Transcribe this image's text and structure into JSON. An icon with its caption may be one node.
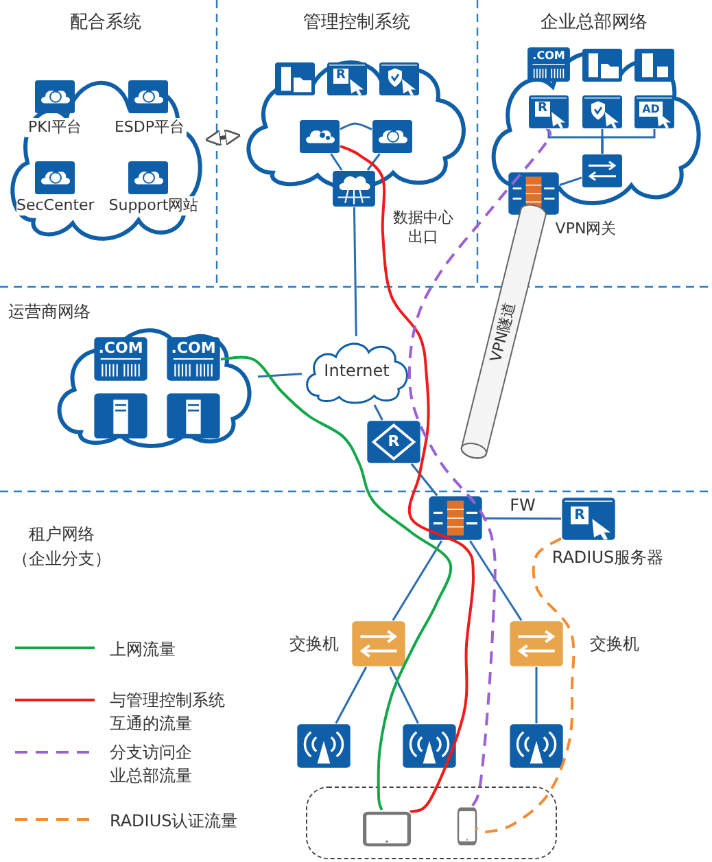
{
  "diagram": {
    "nodes": [
      {
        "text": [],
        "shape": "cloud"
      },
      {
        "text": [
          "PKI平台"
        ],
        "in": 0
      },
      {
        "text": [
          "ESDP平台"
        ],
        "in": 0
      },
      {
        "text": [
          "SecCenter"
        ],
        "in": 0
      },
      {
        "text": [
          "Support网站"
        ],
        "in": 0
      },
      {
        "text": [],
        "shape": "cloud"
      },
      {
        "text": [],
        "shape": "box",
        "in": 5
      },
      {
        "text": [
          "R"
        ],
        "in": 5
      },
      {
        "text": [],
        "shape": "box",
        "in": 5
      },
      {
        "text": [],
        "shape": "box",
        "in": 5
      },
      {
        "text": [],
        "shape": "box",
        "in": 5
      },
      {
        "text": [
          "数据中心出口"
        ]
      },
      {
        "text": [],
        "shape": "cloud"
      },
      {
        "text": [
          ".COM"
        ],
        "in": 12
      },
      {
        "text": [],
        "shape": "box",
        "in": 12
      },
      {
        "text": [],
        "shape": "box",
        "in": 12
      },
      {
        "text": [
          "R"
        ],
        "in": 12
      },
      {
        "text": [],
        "shape": "box",
        "in": 12
      },
      {
        "text": [
          "AD"
        ],
        "in": 12
      },
      {
        "text": [],
        "shape": "box",
        "in": 12
      },
      {
        "text": [
          "VPN网关"
        ]
      },
      {
        "text": [],
        "shape": "cloud"
      },
      {
        "text": [
          ".COM"
        ],
        "in": 21
      },
      {
        "text": [
          ".COM"
        ],
        "in": 21
      },
      {
        "text": [],
        "shape": "box",
        "in": 21
      },
      {
        "text": [],
        "shape": "box",
        "in": 21
      },
      {
        "text": [
          "Internet"
        ]
      },
      {
        "text": [
          "R"
        ]
      },
      {
        "text": [
          "FW"
        ]
      },
      {
        "text": [
          "R",
          "RADIUS服务器"
        ]
      },
      {
        "text": [
          "交换机"
        ]
      },
      {
        "text": [
          "交换机"
        ]
      },
      {
        "text": [],
        "shape": "box"
      },
      {
        "text": [],
        "shape": "box"
      },
      {
        "text": [],
        "shape": "box"
      },
      {
        "text": [],
        "shape": "box"
      },
      {
        "text": [],
        "shape": "tablet",
        "in": 35
      },
      {
        "text": [],
        "shape": "phone",
        "in": 35
      },
      {
        "text": [
          "VPN隧道"
        ]
      }
    ],
    "edges": [
      {
        "from": 0,
        "to": 5,
        "arrow": "both",
        "style": "thick",
        "color": "#444444"
      },
      {
        "from": 9,
        "to": 10,
        "arrow": "none"
      },
      {
        "from": 9,
        "to": 11,
        "arrow": "none"
      },
      {
        "from": 10,
        "to": 11,
        "arrow": "none"
      },
      {
        "from": 11,
        "to": 26,
        "arrow": "none"
      },
      {
        "from": 19,
        "to": 16,
        "arrow": "none"
      },
      {
        "from": 19,
        "to": 17,
        "arrow": "none"
      },
      {
        "from": 19,
        "to": 18,
        "arrow": "none"
      },
      {
        "from": 20,
        "to": 19,
        "arrow": "none"
      },
      {
        "from": 21,
        "to": 26,
        "arrow": "none"
      },
      {
        "from": 26,
        "to": 27,
        "arrow": "none"
      },
      {
        "from": 27,
        "to": 28,
        "arrow": "none"
      },
      {
        "from": 28,
        "to": 29,
        "arrow": "none"
      },
      {
        "from": 28,
        "to": 30,
        "arrow": "none"
      },
      {
        "from": 28,
        "to": 31,
        "arrow": "none"
      },
      {
        "from": 30,
        "to": 32,
        "arrow": "none"
      },
      {
        "from": 30,
        "to": 33,
        "arrow": "none"
      },
      {
        "from": 31,
        "to": 34,
        "arrow": "none"
      },
      {
        "from": 23,
        "to": 36,
        "arrow": "none",
        "color": "#12a84a"
      },
      {
        "from": 9,
        "to": 36,
        "arrow": "none",
        "color": "#f01a1a"
      },
      {
        "from": 37,
        "to": 16,
        "arrow": "none",
        "style": "dashed",
        "color": "#9b5fd6"
      },
      {
        "from": 29,
        "to": 37,
        "arrow": "none",
        "style": "dashed",
        "color": "#f28c34"
      }
    ],
    "labels": [
      "配合系统",
      "管理控制系统",
      "企业总部网络",
      "运营商网络",
      "租户网络（企业分支）"
    ],
    "legend": [
      {
        "text": "上网流量"
      },
      {
        "text": "与管理控制系统互通的流量"
      },
      {
        "text": "分支访问企业总部流量"
      },
      {
        "text": "RADIUS认证流量"
      }
    ]
  }
}
